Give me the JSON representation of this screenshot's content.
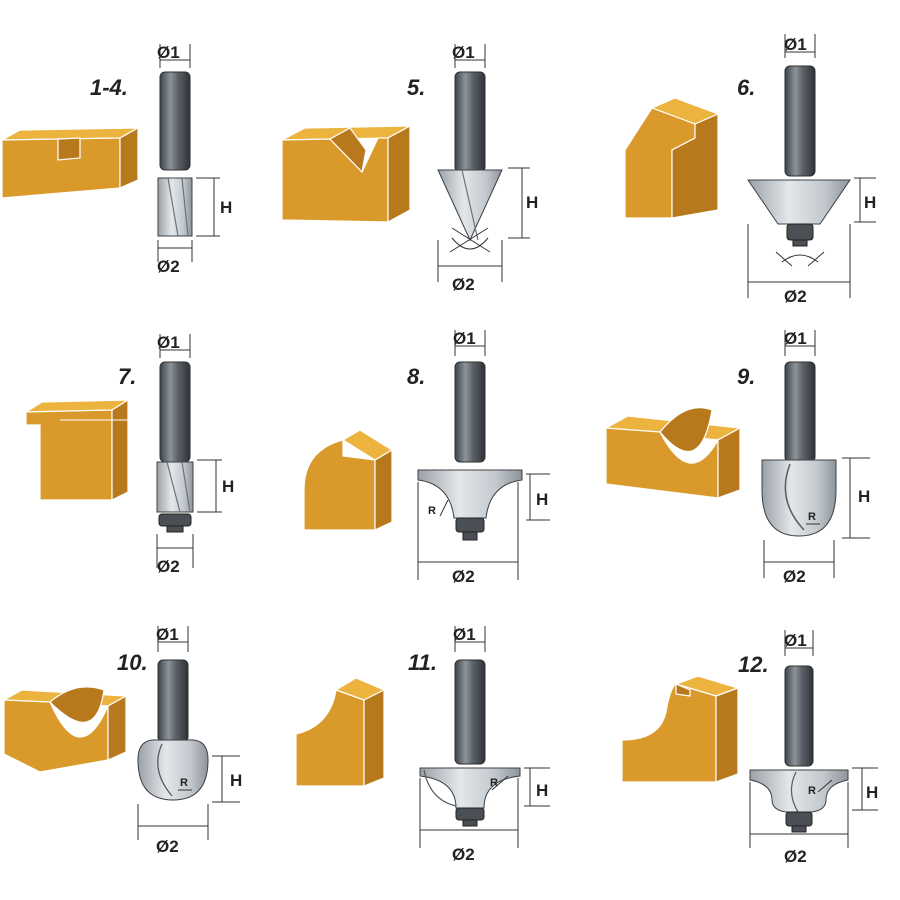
{
  "labels": {
    "d1": "Ø1",
    "d2": "Ø2",
    "h": "H",
    "r": "R"
  },
  "bits": [
    {
      "number": "1-4."
    },
    {
      "number": "5."
    },
    {
      "number": "6."
    },
    {
      "number": "7."
    },
    {
      "number": "8."
    },
    {
      "number": "9."
    },
    {
      "number": "10."
    },
    {
      "number": "11."
    },
    {
      "number": "12."
    }
  ],
  "colors": {
    "wood_front": "#d99a2b",
    "wood_top": "#ecb33e",
    "wood_side": "#b8791c",
    "steel_dark": "#4a4f55",
    "steel_light": "#cfd4d8"
  }
}
